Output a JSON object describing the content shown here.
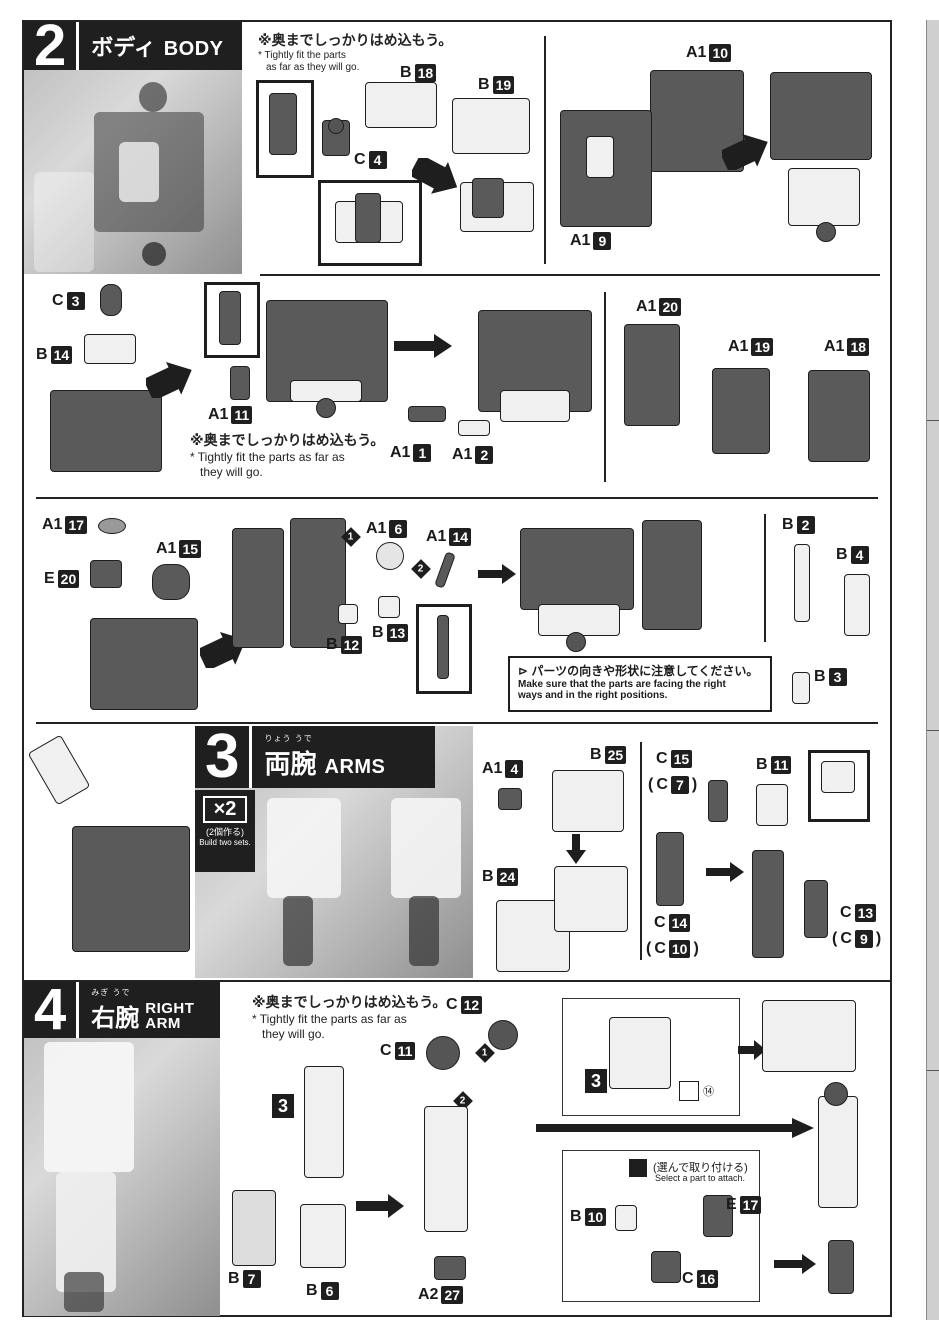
{
  "steps": {
    "body": {
      "number": "2",
      "title_jp": "ボディ",
      "title_en": "BODY"
    },
    "arms": {
      "number": "3",
      "ruby": "りょう うで",
      "title_jp": "両腕",
      "title_en": "ARMS",
      "multiplier": "×2",
      "multiplier_jp": "(2個作る)",
      "multiplier_en": "Build two sets."
    },
    "right_arm": {
      "number": "4",
      "ruby": "みぎ うで",
      "title_jp": "右腕",
      "title_en_1": "RIGHT",
      "title_en_2": "ARM"
    }
  },
  "notes": {
    "tight_fit_jp": "※奥までしっかりはめ込もう。",
    "tight_fit_en_short_1": "* Tightly fit the parts",
    "tight_fit_en_short_2": "as far as they will go.",
    "tight_fit_en_long_1": "* Tightly fit the parts as far as",
    "tight_fit_en_long_2": "they will go.",
    "direction_jp": "パーツの向きや形状に注意してください。",
    "direction_en_1": "Make sure that the parts are facing the right",
    "direction_en_2": "ways and in the right positions.",
    "select_jp": "(選んで取り付ける)",
    "select_en": "Select a part to attach."
  },
  "parts": {
    "b18": {
      "runner": "B",
      "num": "18"
    },
    "b19": {
      "runner": "B",
      "num": "19"
    },
    "c4": {
      "runner": "C",
      "num": "4"
    },
    "a1_10": {
      "runner": "A1",
      "num": "10"
    },
    "a1_9": {
      "runner": "A1",
      "num": "9"
    },
    "c3": {
      "runner": "C",
      "num": "3"
    },
    "b14": {
      "runner": "B",
      "num": "14"
    },
    "a1_11": {
      "runner": "A1",
      "num": "11"
    },
    "a1_1": {
      "runner": "A1",
      "num": "1"
    },
    "a1_2": {
      "runner": "A1",
      "num": "2"
    },
    "a1_20": {
      "runner": "A1",
      "num": "20"
    },
    "a1_19": {
      "runner": "A1",
      "num": "19"
    },
    "a1_18": {
      "runner": "A1",
      "num": "18"
    },
    "a1_17": {
      "runner": "A1",
      "num": "17"
    },
    "e20": {
      "runner": "E",
      "num": "20"
    },
    "a1_15": {
      "runner": "A1",
      "num": "15"
    },
    "a1_6": {
      "runner": "A1",
      "num": "6"
    },
    "a1_14": {
      "runner": "A1",
      "num": "14"
    },
    "b12": {
      "runner": "B",
      "num": "12"
    },
    "b13": {
      "runner": "B",
      "num": "13"
    },
    "b2": {
      "runner": "B",
      "num": "2"
    },
    "b4": {
      "runner": "B",
      "num": "4"
    },
    "b3": {
      "runner": "B",
      "num": "3"
    },
    "a1_4": {
      "runner": "A1",
      "num": "4"
    },
    "b25": {
      "runner": "B",
      "num": "25"
    },
    "b24": {
      "runner": "B",
      "num": "24"
    },
    "c15": {
      "runner": "C",
      "num": "15"
    },
    "c7": {
      "runner": "C",
      "num": "7"
    },
    "b11": {
      "runner": "B",
      "num": "11"
    },
    "c14": {
      "runner": "C",
      "num": "14"
    },
    "c10": {
      "runner": "C",
      "num": "10"
    },
    "c13": {
      "runner": "C",
      "num": "13"
    },
    "c9": {
      "runner": "C",
      "num": "9"
    },
    "c12": {
      "runner": "C",
      "num": "12"
    },
    "c11": {
      "runner": "C",
      "num": "11"
    },
    "b7": {
      "runner": "B",
      "num": "7"
    },
    "b6": {
      "runner": "B",
      "num": "6"
    },
    "a2_27": {
      "runner": "A2",
      "num": "27"
    },
    "b10": {
      "runner": "B",
      "num": "10"
    },
    "e17": {
      "runner": "E",
      "num": "17"
    },
    "c16": {
      "runner": "C",
      "num": "16"
    }
  },
  "sequence": {
    "one": "1",
    "two": "2"
  },
  "refs": {
    "step3": "3",
    "sticker_14": "⑭"
  }
}
